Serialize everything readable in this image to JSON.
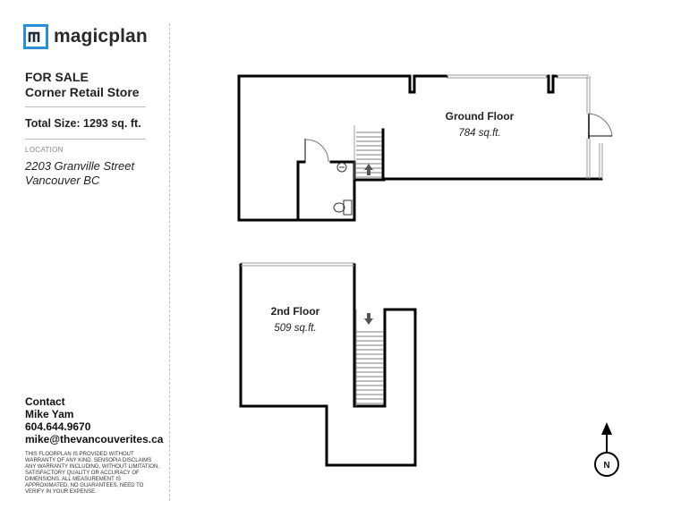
{
  "brand": {
    "name": "magicplan",
    "accent_color": "#2b8fd6",
    "logo_icon": "magicplan-logo-icon"
  },
  "listing": {
    "title_line1": "FOR SALE",
    "title_line2": "Corner Retail Store",
    "total_size": "Total Size: 1293 sq. ft.",
    "location_label": "LOCATION",
    "address_line1": "2203 Granville Street",
    "address_line2": "Vancouver BC"
  },
  "contact": {
    "heading": "Contact",
    "name": "Mike Yam",
    "phone": "604.644.9670",
    "email": "mike@thevancouverites.ca"
  },
  "disclaimer": "THIS FLOORPLAN IS PROVIDED WITHOUT WARRANTY OF ANY KIND. SENSOPIA DISCLAIMS ANY WARRANTY INCLUDING, WITHOUT LIMITATION, SATISFACTORY QUALITY OR ACCURACY OF DIMENSIONS. All MEASUREMENT IS APPROXIMATED, NO GUARANTEES, NEED TO VERIFY IN YOUR EXPENSE.",
  "floors": [
    {
      "name": "Ground Floor",
      "area": "784 sq.ft."
    },
    {
      "name": "2nd Floor",
      "area": "509 sq.ft."
    }
  ],
  "compass": {
    "label": "N",
    "icon": "north-arrow-icon"
  }
}
